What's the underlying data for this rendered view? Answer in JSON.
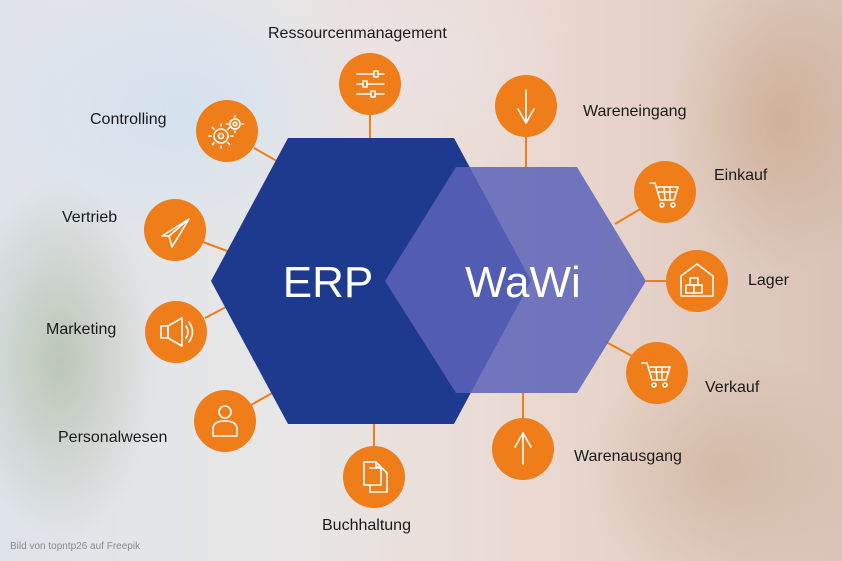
{
  "hexagons": {
    "erp": {
      "label": "ERP",
      "color": "#1d3a8f"
    },
    "wawi": {
      "label": "WaWi",
      "color": "#5a63b8"
    }
  },
  "accent": "#ef7d1a",
  "labels": {
    "ressourcenmanagement": "Ressourcenmanagement",
    "controlling": "Controlling",
    "vertrieb": "Vertrieb",
    "marketing": "Marketing",
    "personalwesen": "Personalwesen",
    "buchhaltung": "Buchhaltung",
    "wareneingang": "Wareneingang",
    "einkauf": "Einkauf",
    "lager": "Lager",
    "verkauf": "Verkauf",
    "warenausgang": "Warenausgang"
  },
  "icons": {
    "ressourcenmanagement": "sliders-icon",
    "controlling": "gears-icon",
    "vertrieb": "paper-plane-icon",
    "marketing": "megaphone-icon",
    "personalwesen": "person-icon",
    "buchhaltung": "documents-icon",
    "wareneingang": "arrow-down-icon",
    "einkauf": "shopping-cart-icon",
    "lager": "warehouse-icon",
    "verkauf": "shopping-cart-icon",
    "warenausgang": "arrow-up-icon"
  },
  "credit": "Bild von topntp26 auf Freepik"
}
